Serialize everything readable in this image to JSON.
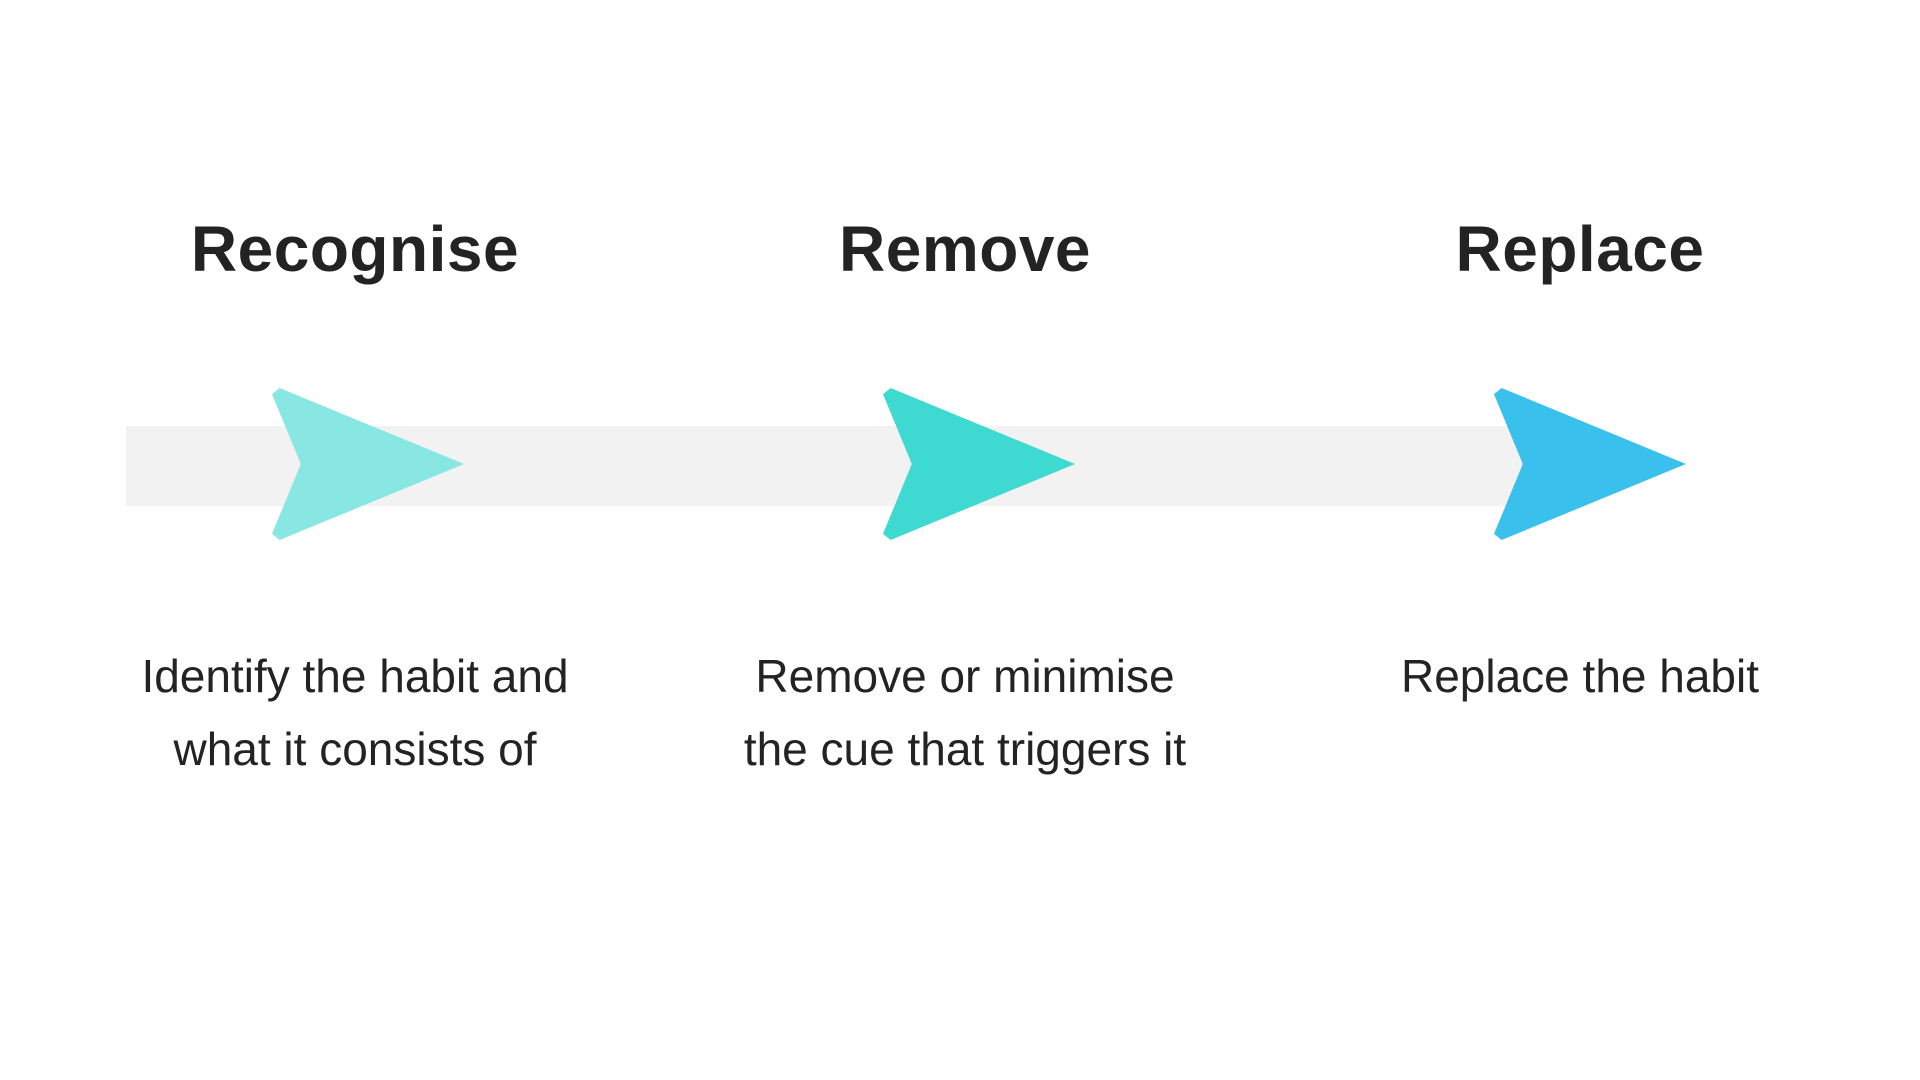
{
  "page": {
    "background": "#ffffff",
    "text_color": "#232323"
  },
  "diagram": {
    "band_color": "#f2f2f2",
    "steps": [
      {
        "title": "Recognise",
        "description": "Identify the habit and\nwhat it consists of",
        "arrow_color": "#89E7E3"
      },
      {
        "title": "Remove",
        "description": "Remove or minimise\nthe cue that triggers it",
        "arrow_color": "#3ED9D1"
      },
      {
        "title": "Replace",
        "description": "Replace the habit",
        "arrow_color": "#3AC0EC"
      }
    ]
  }
}
